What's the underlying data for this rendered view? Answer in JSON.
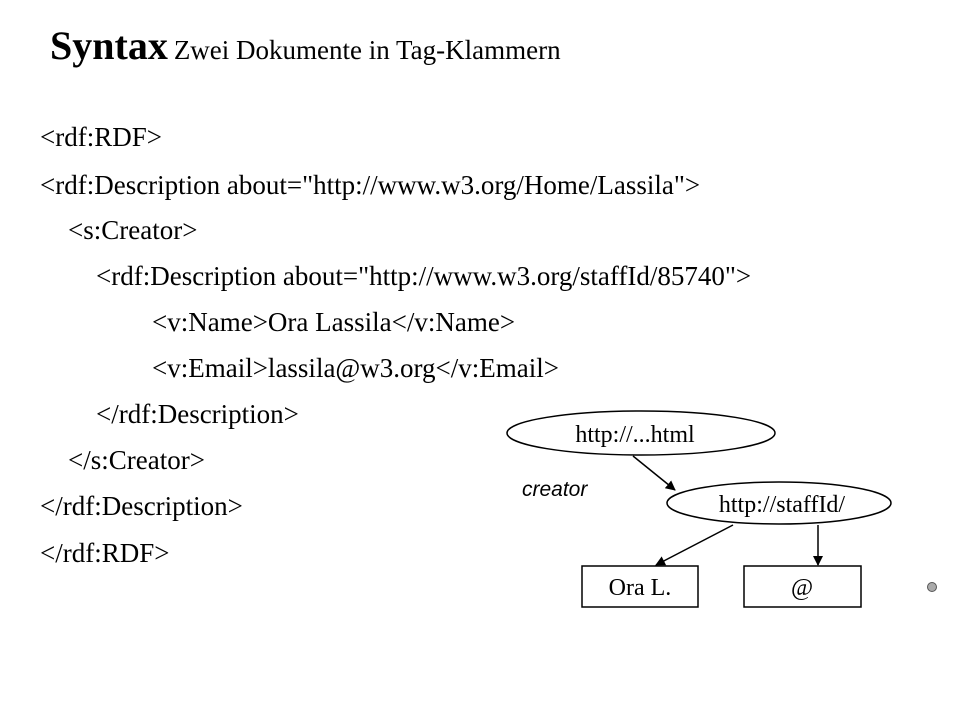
{
  "title": {
    "main": "Syntax",
    "sub": "Zwei Dokumente in Tag-Klammern"
  },
  "code": {
    "lines": [
      "<rdf:RDF>",
      "<rdf:Description about=\"http://www.w3.org/Home/Lassila\">",
      "<s:Creator>",
      "<rdf:Description about=\"http://www.w3.org/staffId/85740\">",
      "<v:Name>Ora Lassila</v:Name>",
      "<v:Email>lassila@w3.org</v:Email>",
      "</rdf:Description>",
      "</s:Creator>",
      "</rdf:Description>",
      "</rdf:RDF>"
    ]
  },
  "diagram": {
    "node_html": "http://...html",
    "node_staff": "http://staffId/",
    "edge_creator": "creator",
    "box_name": "Ora L.",
    "box_email": "@"
  }
}
